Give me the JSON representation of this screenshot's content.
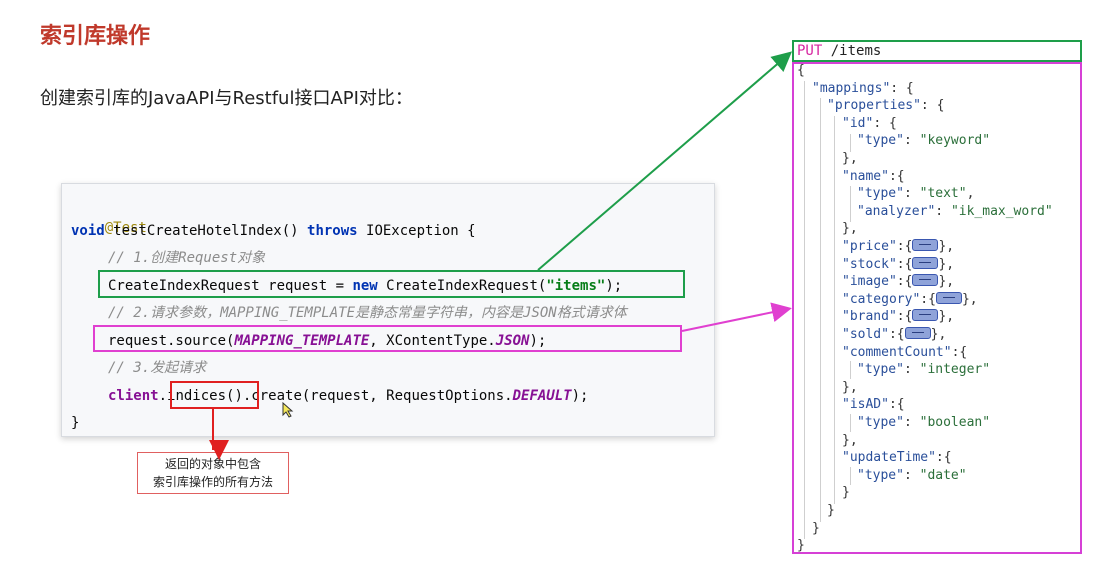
{
  "page": {
    "title": "索引库操作",
    "subtitle": "创建索引库的JavaAPI与Restful接口API对比："
  },
  "code": {
    "annotation": "@Test",
    "sig_void": "void",
    "sig_method": " testCreateHotelIndex() ",
    "sig_throws": "throws",
    "sig_exc": " IOException {",
    "comment1": "// 1.创建Request对象",
    "l3_type": "CreateIndexRequest request = ",
    "l3_new": "new",
    "l3_ctor": " CreateIndexRequest(",
    "l3_str": "\"items\"",
    "l3_end": ");",
    "comment2": "// 2.请求参数，MAPPING_TEMPLATE是静态常量字符串，内容是JSON格式请求体",
    "l5_pre": "request.source(",
    "l5_const1": "MAPPING_TEMPLATE",
    "l5_mid": ", XContentType.",
    "l5_const2": "JSON",
    "l5_end": ");",
    "comment3": "// 3.发起请求",
    "l7_client": "client",
    "l7_dot": ".",
    "l7_indices": "indices()",
    "l7_rest": ".create(request, RequestOptions.",
    "l7_default": "DEFAULT",
    "l7_end": ");",
    "close_brace": "}"
  },
  "note": {
    "line1": "返回的对象中包含",
    "line2": "索引库操作的所有方法"
  },
  "rest": {
    "method": "PUT",
    "path": " /items"
  },
  "json_lines": [
    {
      "t": [
        {
          "c": "p",
          "v": "{"
        }
      ]
    },
    {
      "t": [
        {
          "c": "k",
          "v": "\"mappings\""
        },
        {
          "c": "p",
          "v": ": {"
        }
      ]
    },
    {
      "t": [
        {
          "c": "k",
          "v": "\"properties\""
        },
        {
          "c": "p",
          "v": ": {"
        }
      ]
    },
    {
      "t": [
        {
          "c": "k",
          "v": "\"id\""
        },
        {
          "c": "p",
          "v": ": {"
        }
      ]
    },
    {
      "t": [
        {
          "c": "k",
          "v": "\"type\""
        },
        {
          "c": "p",
          "v": ": "
        },
        {
          "c": "v",
          "v": "\"keyword\""
        }
      ]
    },
    {
      "t": [
        {
          "c": "p",
          "v": "},"
        }
      ]
    },
    {
      "t": [
        {
          "c": "k",
          "v": "\"name\""
        },
        {
          "c": "p",
          "v": ":{"
        }
      ]
    },
    {
      "t": [
        {
          "c": "k",
          "v": "\"type\""
        },
        {
          "c": "p",
          "v": ": "
        },
        {
          "c": "v",
          "v": "\"text\""
        },
        {
          "c": "p",
          "v": ","
        }
      ]
    },
    {
      "t": [
        {
          "c": "k",
          "v": "\"analyzer\""
        },
        {
          "c": "p",
          "v": ": "
        },
        {
          "c": "v",
          "v": "\"ik_max_word\""
        }
      ]
    },
    {
      "t": [
        {
          "c": "p",
          "v": "},"
        }
      ]
    },
    {
      "t": [
        {
          "c": "k",
          "v": "\"price\""
        },
        {
          "c": "p",
          "v": ":{"
        },
        {
          "c": "pill"
        },
        {
          "c": "p",
          "v": "},"
        }
      ]
    },
    {
      "t": [
        {
          "c": "k",
          "v": "\"stock\""
        },
        {
          "c": "p",
          "v": ":{"
        },
        {
          "c": "pill"
        },
        {
          "c": "p",
          "v": "},"
        }
      ]
    },
    {
      "t": [
        {
          "c": "k",
          "v": "\"image\""
        },
        {
          "c": "p",
          "v": ":{"
        },
        {
          "c": "pill"
        },
        {
          "c": "p",
          "v": "},"
        }
      ]
    },
    {
      "t": [
        {
          "c": "k",
          "v": "\"category\""
        },
        {
          "c": "p",
          "v": ":{"
        },
        {
          "c": "pill"
        },
        {
          "c": "p",
          "v": "},"
        }
      ]
    },
    {
      "t": [
        {
          "c": "k",
          "v": "\"brand\""
        },
        {
          "c": "p",
          "v": ":{"
        },
        {
          "c": "pill"
        },
        {
          "c": "p",
          "v": "},"
        }
      ]
    },
    {
      "t": [
        {
          "c": "k",
          "v": "\"sold\""
        },
        {
          "c": "p",
          "v": ":{"
        },
        {
          "c": "pill"
        },
        {
          "c": "p",
          "v": "},"
        }
      ]
    },
    {
      "t": [
        {
          "c": "k",
          "v": "\"commentCount\""
        },
        {
          "c": "p",
          "v": ":{"
        }
      ]
    },
    {
      "t": [
        {
          "c": "k",
          "v": "\"type\""
        },
        {
          "c": "p",
          "v": ": "
        },
        {
          "c": "v",
          "v": "\"integer\""
        }
      ]
    },
    {
      "t": [
        {
          "c": "p",
          "v": "},"
        }
      ]
    },
    {
      "t": [
        {
          "c": "k",
          "v": "\"isAD\""
        },
        {
          "c": "p",
          "v": ":{"
        }
      ]
    },
    {
      "t": [
        {
          "c": "k",
          "v": "\"type\""
        },
        {
          "c": "p",
          "v": ": "
        },
        {
          "c": "v",
          "v": "\"boolean\""
        }
      ]
    },
    {
      "t": [
        {
          "c": "p",
          "v": "},"
        }
      ]
    },
    {
      "t": [
        {
          "c": "k",
          "v": "\"updateTime\""
        },
        {
          "c": "p",
          "v": ":{"
        }
      ]
    },
    {
      "t": [
        {
          "c": "k",
          "v": "\"type\""
        },
        {
          "c": "p",
          "v": ": "
        },
        {
          "c": "v",
          "v": "\"date\""
        }
      ]
    },
    {
      "t": [
        {
          "c": "p",
          "v": "}"
        }
      ]
    },
    {
      "t": [
        {
          "c": "p",
          "v": "}"
        }
      ]
    },
    {
      "t": [
        {
          "c": "p",
          "v": "}"
        }
      ]
    },
    {
      "t": [
        {
          "c": "p",
          "v": "}"
        }
      ]
    }
  ],
  "colors": {
    "title": "#c0392b",
    "highlight_green": "#1e9e4a",
    "highlight_magenta": "#e040d0",
    "highlight_red": "#e02020"
  }
}
